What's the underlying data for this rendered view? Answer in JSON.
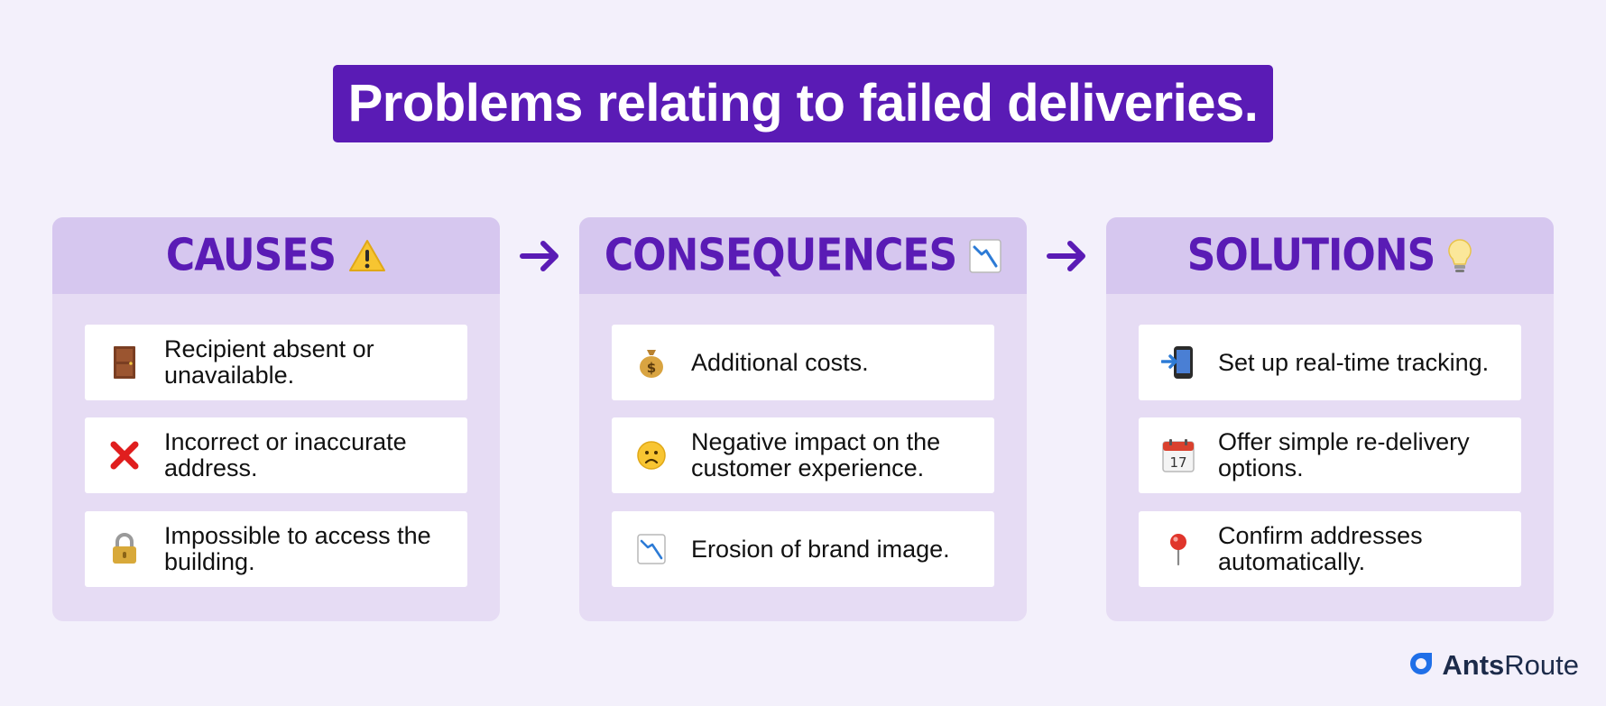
{
  "title": "Problems relating to failed deliveries.",
  "columns": [
    {
      "heading": "CAUSES",
      "heading_icon": "warning-icon",
      "items": [
        {
          "icon": "door-icon",
          "text": "Recipient absent or unavailable."
        },
        {
          "icon": "cross-mark-icon",
          "text": "Incorrect or inaccurate address."
        },
        {
          "icon": "lock-icon",
          "text": "Impossible to access the building."
        }
      ]
    },
    {
      "heading": "CONSEQUENCES",
      "heading_icon": "chart-decreasing-icon",
      "items": [
        {
          "icon": "money-bag-icon",
          "text": "Additional costs."
        },
        {
          "icon": "worried-face-icon",
          "text": "Negative impact on the customer experience."
        },
        {
          "icon": "chart-decreasing-icon",
          "text": "Erosion of brand image."
        }
      ]
    },
    {
      "heading": "SOLUTIONS",
      "heading_icon": "light-bulb-icon",
      "items": [
        {
          "icon": "mobile-phone-arrow-icon",
          "text": "Set up real-time tracking."
        },
        {
          "icon": "calendar-icon",
          "text": "Offer simple re-delivery options."
        },
        {
          "icon": "round-pushpin-icon",
          "text": "Confirm addresses automatically."
        }
      ]
    }
  ],
  "calendar_day": "17",
  "brand": {
    "bold": "Ants",
    "regular": "Route"
  },
  "colors": {
    "background": "#f3f0fb",
    "accent": "#5a1bb5",
    "column_body": "#e6dcf4",
    "column_header": "#d6c7ef",
    "logo_blue": "#1f6fe8"
  }
}
